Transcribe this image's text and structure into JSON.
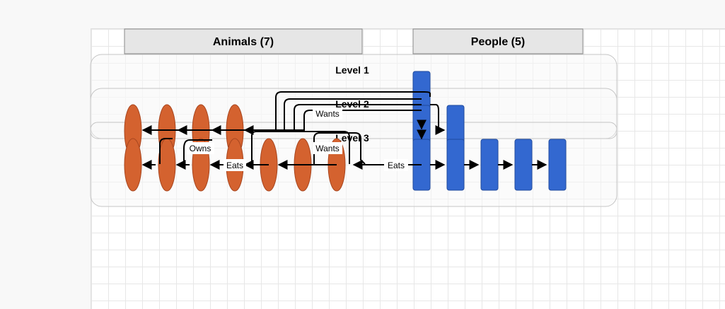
{
  "columns": [
    {
      "label": "Animals (7)"
    },
    {
      "label": "People (5)"
    }
  ],
  "levels": [
    {
      "label": "Level 1"
    },
    {
      "label": "Level 2"
    },
    {
      "label": "Level 3"
    }
  ],
  "edge_labels": {
    "owns": "Owns",
    "eats": "Eats",
    "wants": "Wants"
  },
  "colors": {
    "animal_fill": "#d4622f",
    "person_fill": "#3368d0",
    "header_fill": "#e6e6e6",
    "grid": "#e7e7e7"
  }
}
